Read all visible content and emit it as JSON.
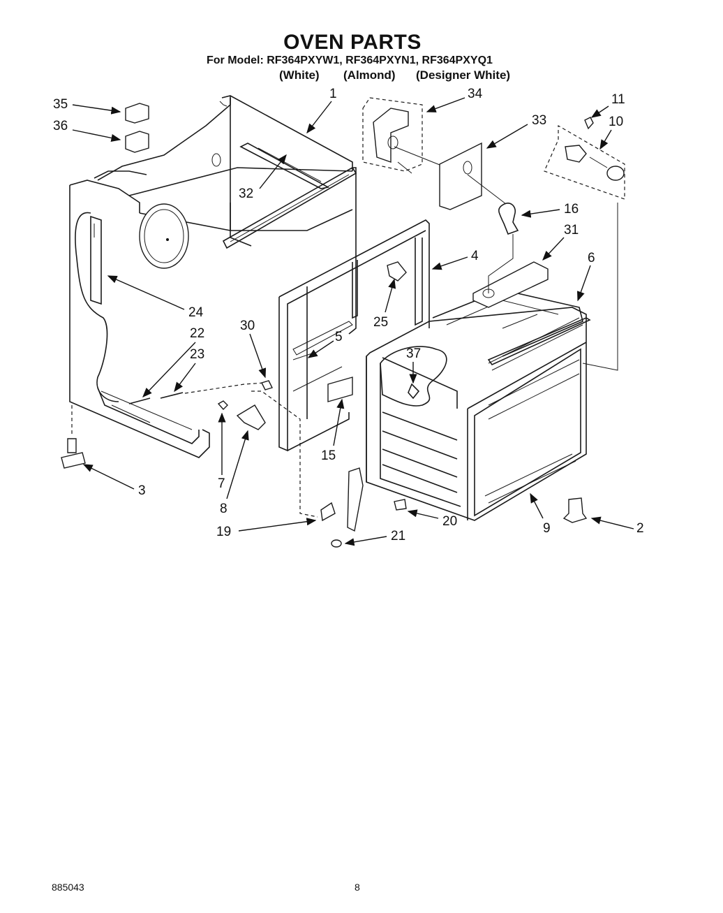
{
  "header": {
    "title": "OVEN PARTS",
    "model_line": "For Model: RF364PXYW1, RF364PXYN1, RF364PXYQ1",
    "finishes": [
      "(White)",
      "(Almond)",
      "(Designer White)"
    ]
  },
  "callouts": [
    "1",
    "2",
    "3",
    "4",
    "5",
    "6",
    "7",
    "8",
    "9",
    "10",
    "11",
    "15",
    "16",
    "19",
    "20",
    "21",
    "22",
    "23",
    "24",
    "25",
    "30",
    "31",
    "32",
    "33",
    "34",
    "35",
    "36",
    "37"
  ],
  "footer": {
    "doc_number": "885043",
    "page_number": "8"
  }
}
